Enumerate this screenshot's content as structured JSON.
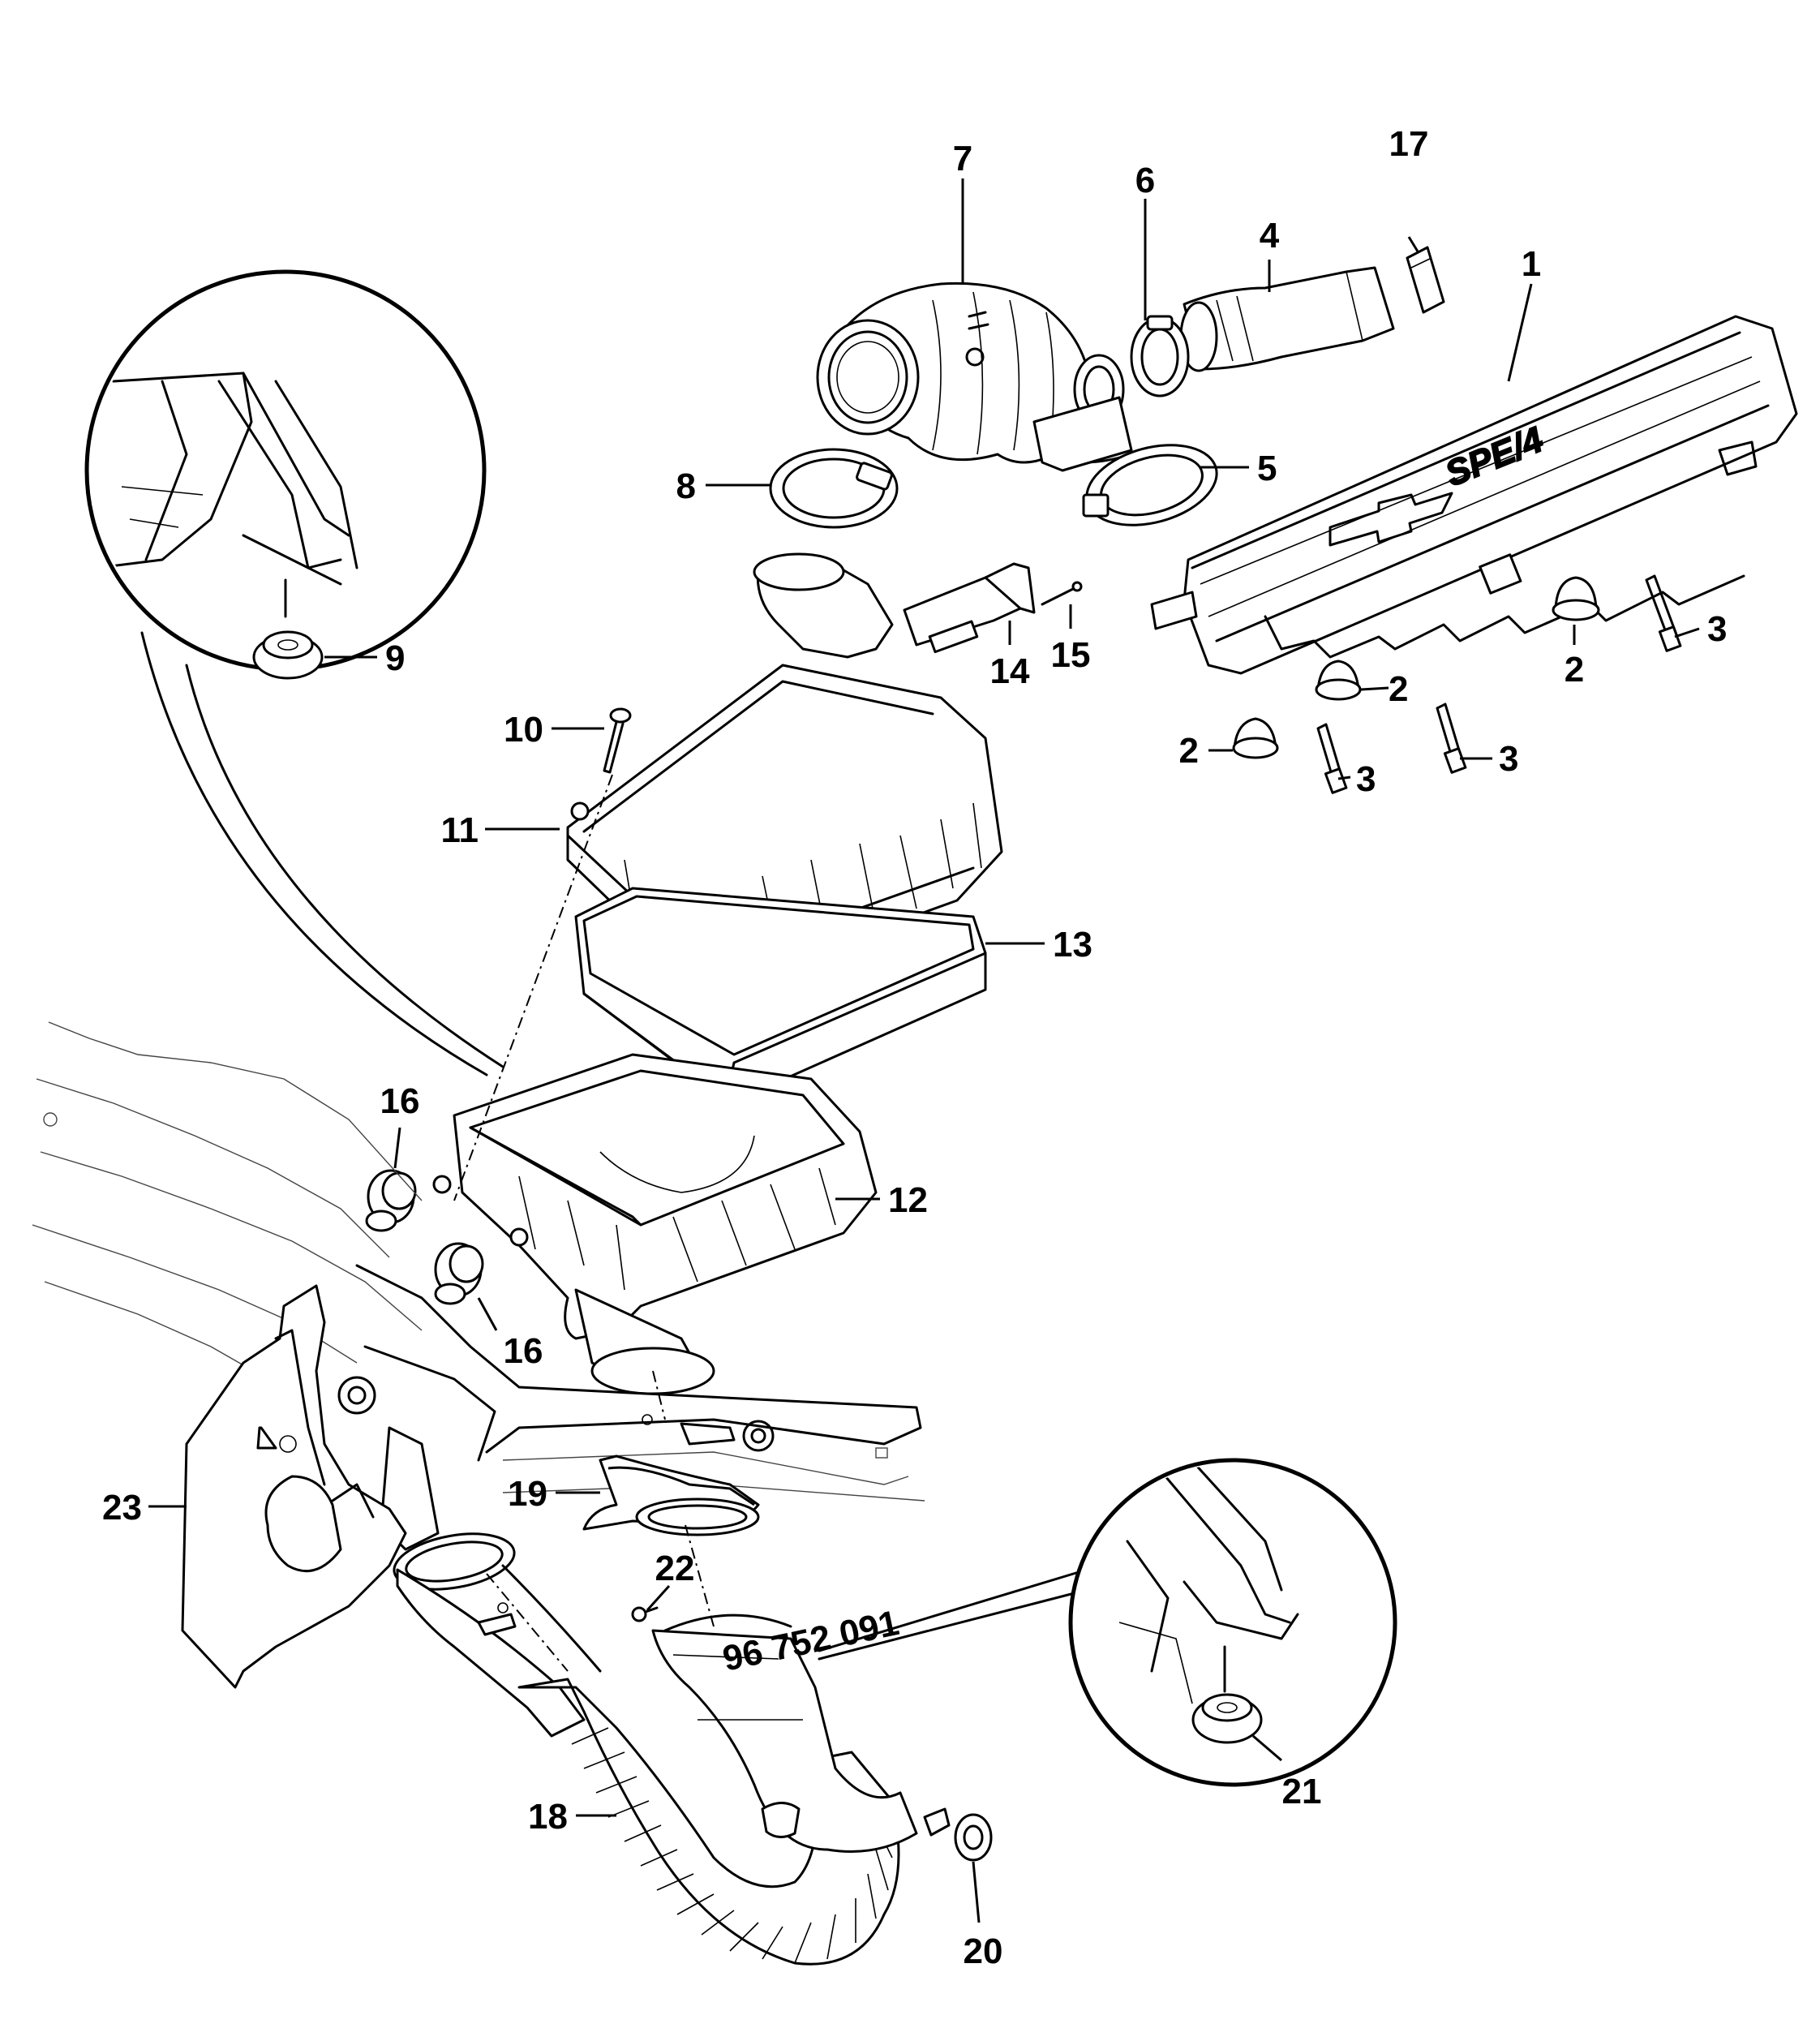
{
  "callouts": [
    {
      "id": "c1",
      "label": "1"
    },
    {
      "id": "c2a",
      "label": "2"
    },
    {
      "id": "c2b",
      "label": "2"
    },
    {
      "id": "c2c",
      "label": "2"
    },
    {
      "id": "c3a",
      "label": "3"
    },
    {
      "id": "c3b",
      "label": "3"
    },
    {
      "id": "c3c",
      "label": "3"
    },
    {
      "id": "c4",
      "label": "4"
    },
    {
      "id": "c5",
      "label": "5"
    },
    {
      "id": "c6",
      "label": "6"
    },
    {
      "id": "c7",
      "label": "7"
    },
    {
      "id": "c8",
      "label": "8"
    },
    {
      "id": "c9",
      "label": "9"
    },
    {
      "id": "c10",
      "label": "10"
    },
    {
      "id": "c11",
      "label": "11"
    },
    {
      "id": "c12",
      "label": "12"
    },
    {
      "id": "c13",
      "label": "13"
    },
    {
      "id": "c14",
      "label": "14"
    },
    {
      "id": "c15",
      "label": "15"
    },
    {
      "id": "c16a",
      "label": "16"
    },
    {
      "id": "c16b",
      "label": "16"
    },
    {
      "id": "c17",
      "label": "17"
    },
    {
      "id": "c18",
      "label": "18"
    },
    {
      "id": "c19",
      "label": "19"
    },
    {
      "id": "c20",
      "label": "20"
    },
    {
      "id": "c21",
      "label": "21"
    },
    {
      "id": "c22",
      "label": "22"
    },
    {
      "id": "c23",
      "label": "23"
    }
  ],
  "markings": {
    "engine_cover_text": "SPE/4",
    "duct_part_number": "96 752 091"
  }
}
